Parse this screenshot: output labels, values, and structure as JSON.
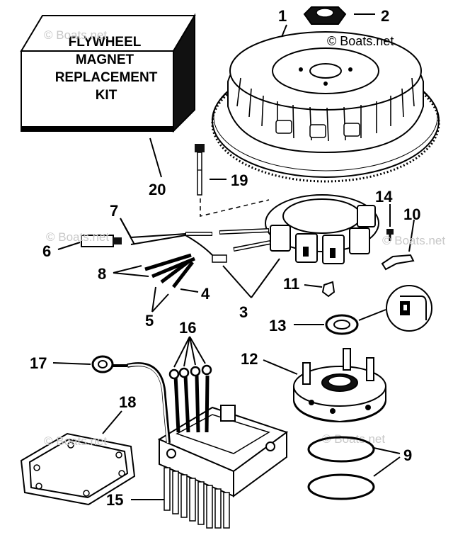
{
  "kit_box": {
    "lines": [
      "FLYWHEEL",
      "MAGNET",
      "REPLACEMENT",
      "KIT"
    ]
  },
  "watermark": {
    "main": "© Boats.net",
    "faint": "© Boats.net"
  },
  "callouts": {
    "c1": "1",
    "c2": "2",
    "c3": "3",
    "c4": "4",
    "c5": "5",
    "c6": "6",
    "c7": "7",
    "c8": "8",
    "c9": "9",
    "c10": "10",
    "c11": "11",
    "c12": "12",
    "c13": "13",
    "c14": "14",
    "c15": "15",
    "c16": "16",
    "c17": "17",
    "c18": "18",
    "c19": "19",
    "c20": "20"
  }
}
